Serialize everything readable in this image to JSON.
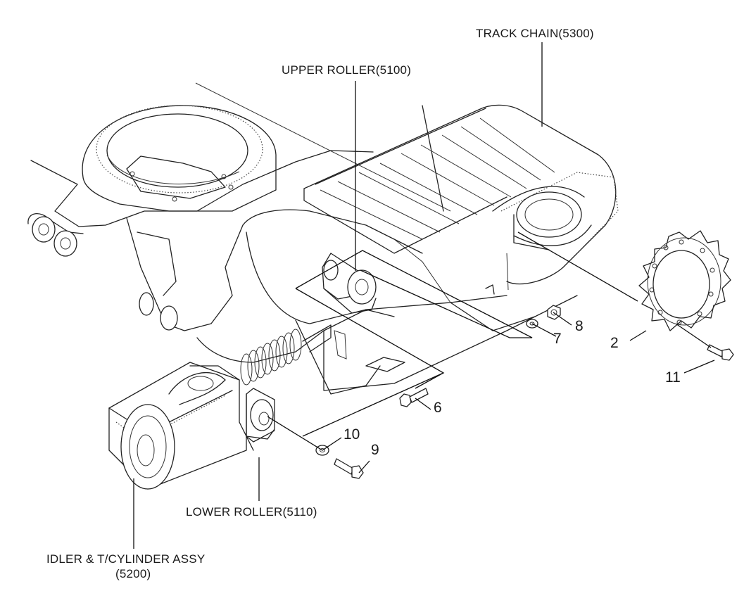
{
  "labels": {
    "track_chain": "TRACK CHAIN(5300)",
    "upper_roller": "UPPER ROLLER(5100)",
    "lower_roller": "LOWER ROLLER(5110)",
    "idler_line1": "IDLER & T/CYLINDER ASSY",
    "idler_line2": "(5200)"
  },
  "callouts": {
    "c2": "2",
    "c6": "6",
    "c7": "7",
    "c8": "8",
    "c9": "9",
    "c10": "10",
    "c11": "11"
  }
}
